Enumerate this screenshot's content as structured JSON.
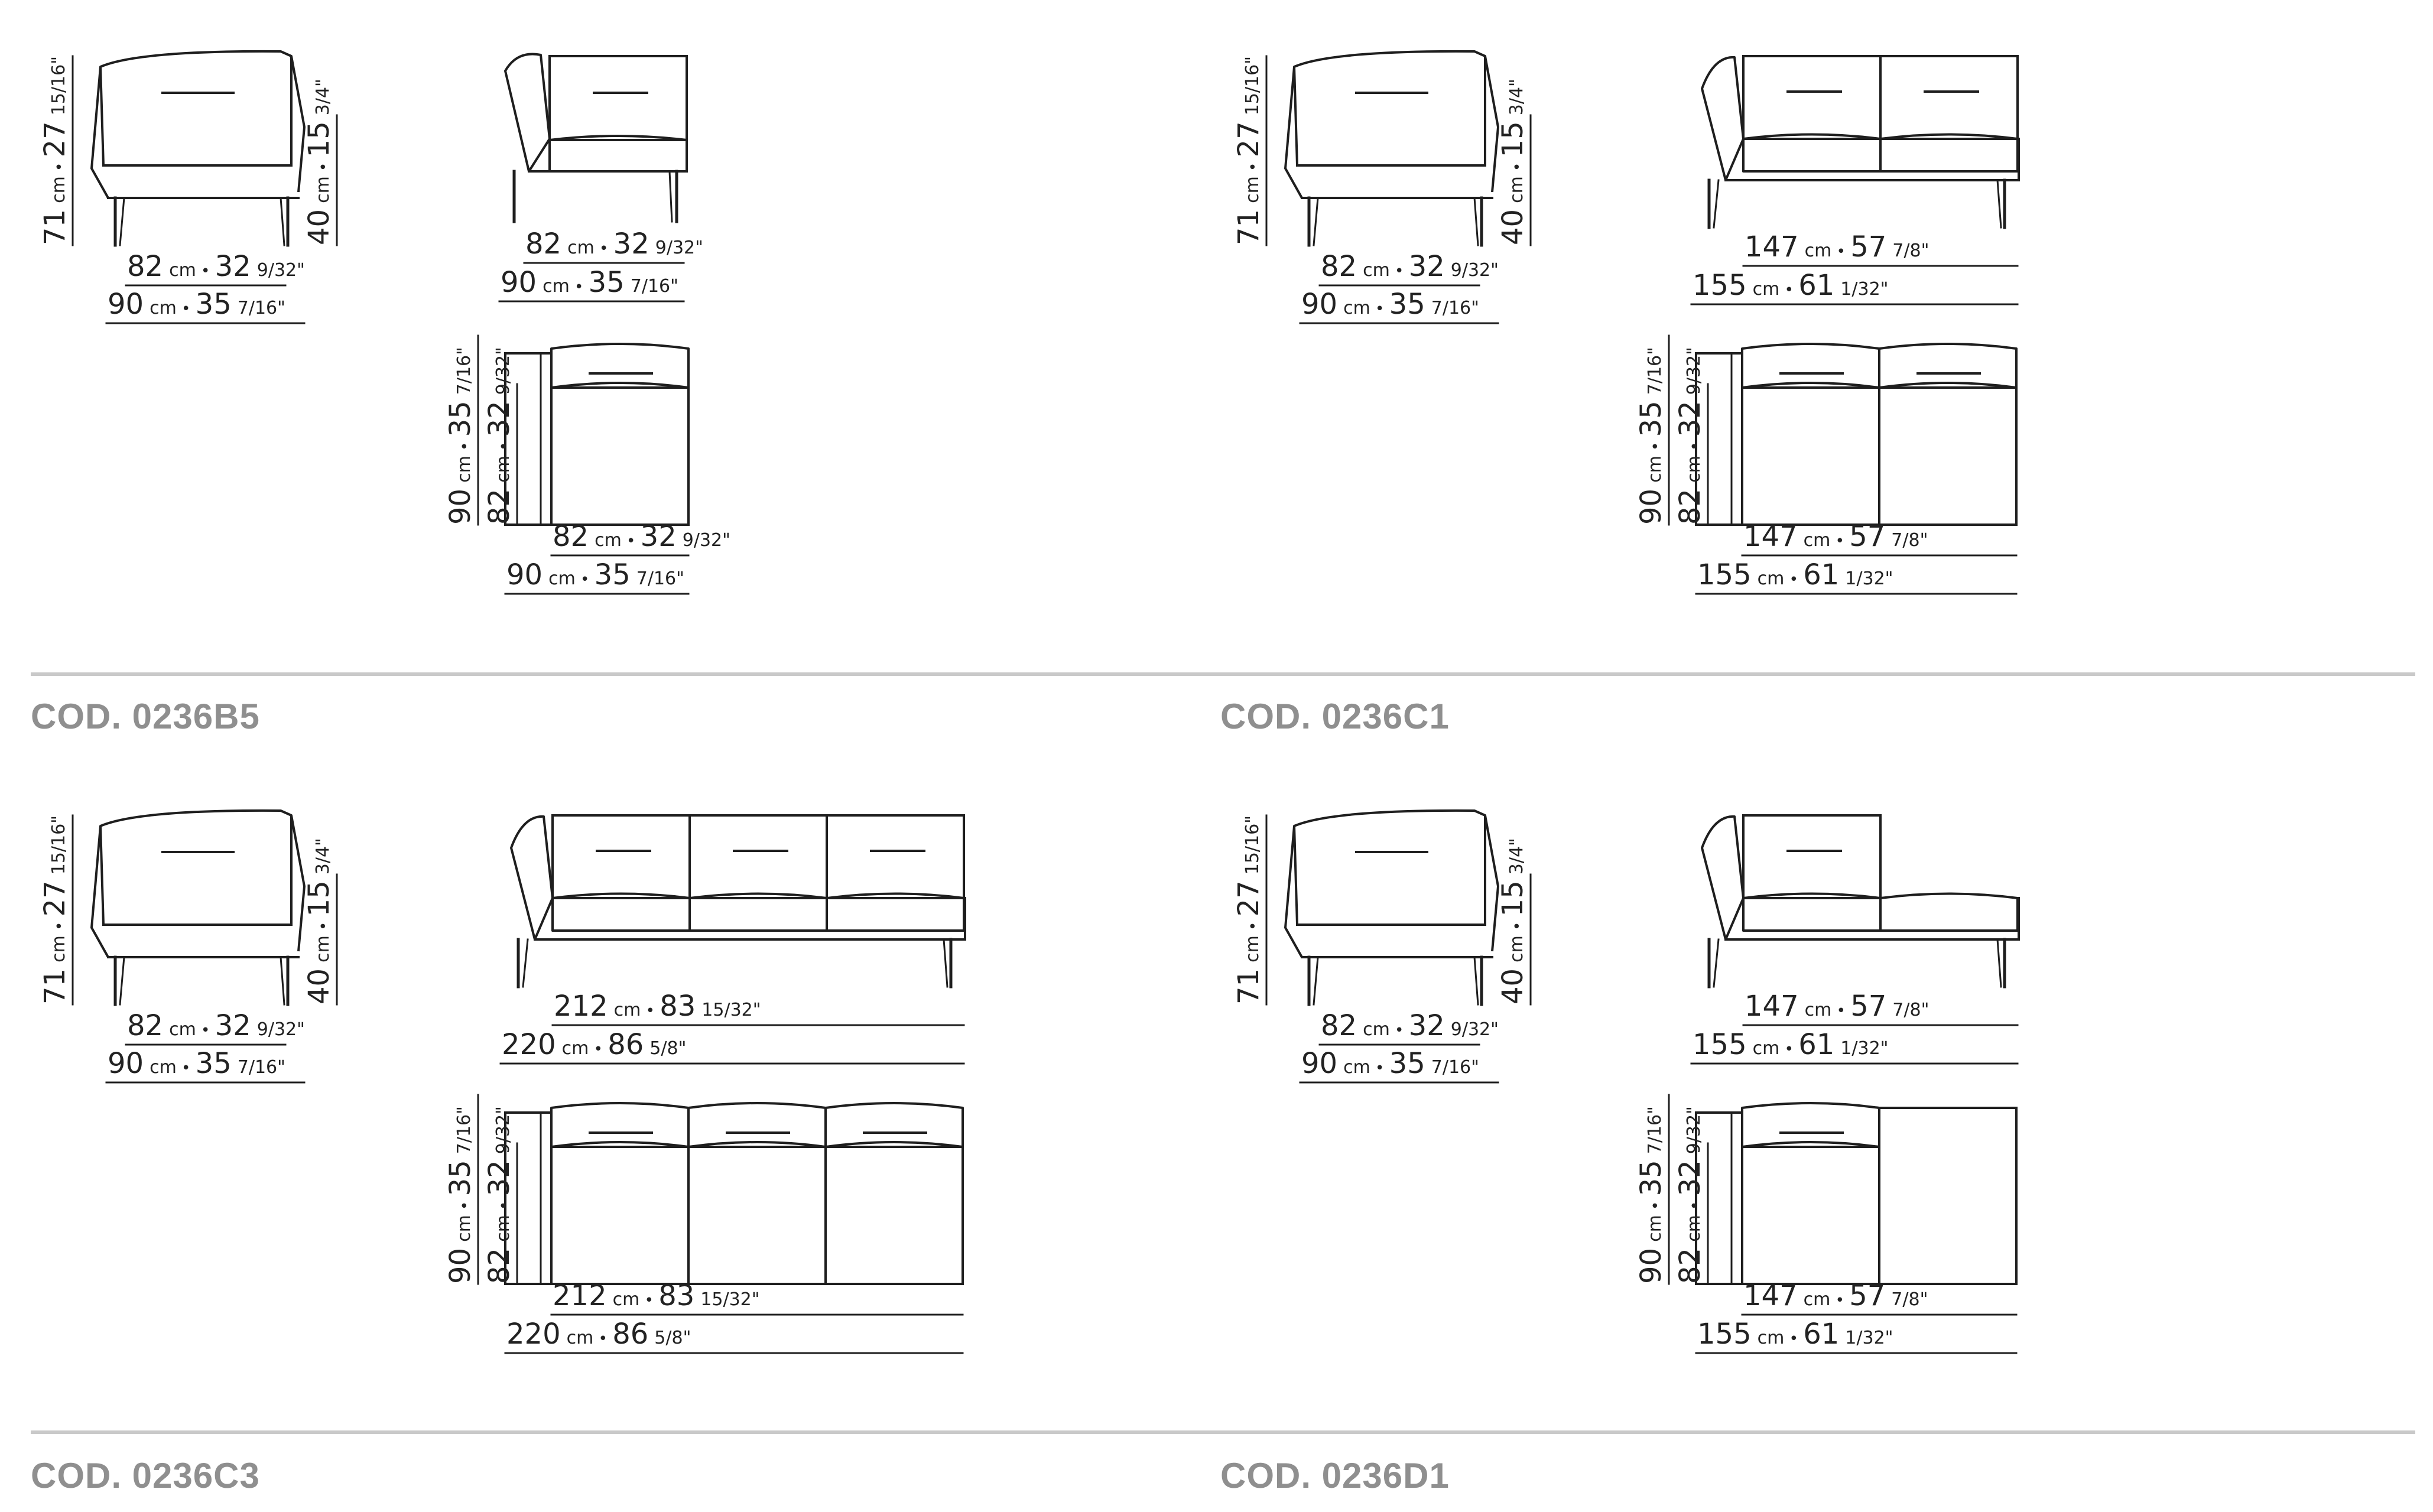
{
  "sections": [
    {
      "code": "COD. 0236B5",
      "variant": "1-seat"
    },
    {
      "code": "COD. 0236C1",
      "variant": "2-seat"
    },
    {
      "code": "COD. 0236C3",
      "variant": "3-seat"
    },
    {
      "code": "COD. 0236D1",
      "variant": "chaise"
    }
  ],
  "dims": {
    "d82": {
      "n1": "82",
      "n2": "32",
      "f": "9/32\""
    },
    "d90": {
      "n1": "90",
      "n2": "35",
      "f": "7/16\""
    },
    "d71": {
      "n1": "71",
      "n2": "27",
      "f": "15/16\""
    },
    "d40": {
      "n1": "40",
      "n2": "15",
      "f": "3/4\""
    },
    "d147": {
      "n1": "147",
      "n2": "57",
      "f": "7/8\""
    },
    "d155": {
      "n1": "155",
      "n2": "61",
      "f": "1/32\""
    },
    "d212": {
      "n1": "212",
      "n2": "83",
      "f": "15/32\""
    },
    "d220": {
      "n1": "220",
      "n2": "86",
      "f": "5/8\""
    },
    "unit": "cm"
  },
  "colors": {
    "line": "#1e1e1e",
    "code_label": "#8f8f8f",
    "divider": "#c9c9c9"
  }
}
